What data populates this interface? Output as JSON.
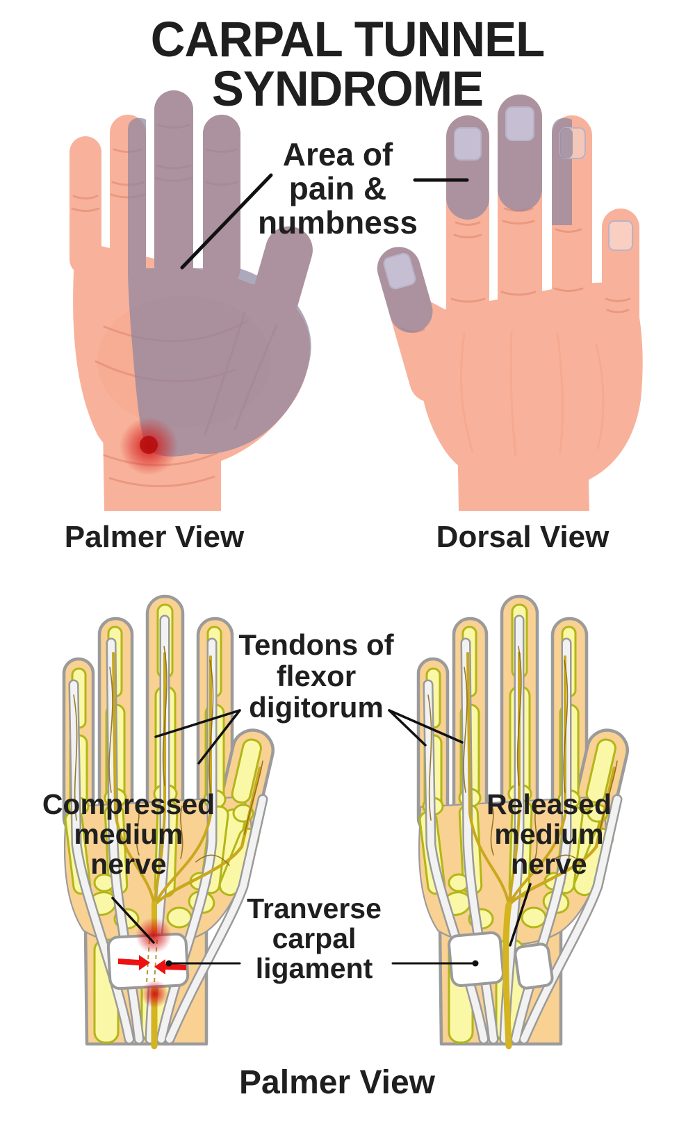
{
  "title": "CARPAL TUNNEL SYNDROME",
  "top_panel": {
    "annotation": "Area of\npain &\nnumbness",
    "left_caption": "Palmer View",
    "right_caption": "Dorsal View"
  },
  "bottom_panel": {
    "tendons_annotation": "Tendons of\nflexor\ndigitorum",
    "compressed_annotation": "Compressed\nmedium\nnerve",
    "released_annotation": "Released\nmedium\nnerve",
    "ligament_annotation": "Tranverse\ncarpal\nligament",
    "caption": "Palmer View"
  },
  "colors": {
    "skin": "#f8b29b",
    "skin_line": "#e58f77",
    "skin_shadow": "#f3a78c",
    "pain_overlay": "#8a84a0",
    "pain_spot": "#b50d0d",
    "anatomy_skin": "#f8d193",
    "anatomy_outline": "#9b9b9b",
    "bone_fill": "#faf8a6",
    "bone_outline": "#b2b618",
    "tendon_fill": "#f2f2f2",
    "tendon_case": "#9a9a9a",
    "nerve_color": "#d4b41f",
    "nerve_branch": "#c9a81d",
    "nerve_fibril": "#8c6d1a",
    "ligament_fill": "#ffffff",
    "arrow_red": "#ee1111",
    "label_color": "#1f1f1f"
  }
}
